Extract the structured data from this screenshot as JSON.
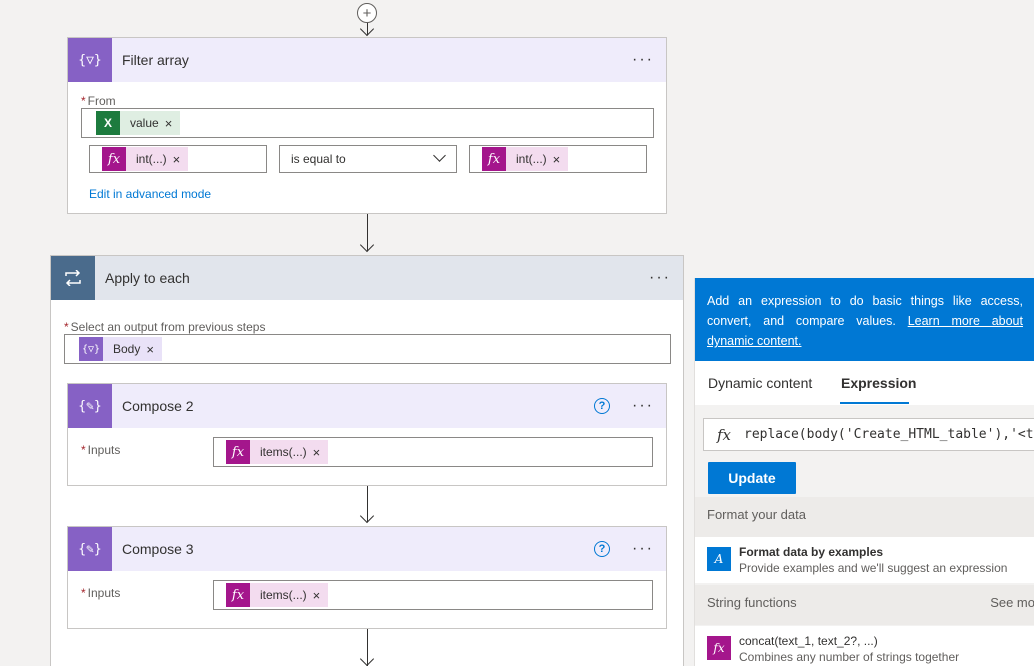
{
  "colors": {
    "accent": "#0078d4",
    "action_purple": "#8661c5",
    "expression_magenta": "#a4168c",
    "excel_green": "#1d7b3e",
    "loop_header": "#4a6b8c"
  },
  "top_add_icon": "plus-circle-icon",
  "filter_array": {
    "title": "Filter array",
    "more": "···",
    "from_label": "From",
    "from_token": "value",
    "left_token": "int(...)",
    "operator": "is equal to",
    "right_token": "int(...)",
    "advanced_link": "Edit in advanced mode",
    "remove": "×"
  },
  "apply_each": {
    "title": "Apply to each",
    "more": "···",
    "select_label": "Select an output from previous steps",
    "body_token": "Body",
    "remove": "×"
  },
  "compose2": {
    "title": "Compose 2",
    "inputs_label": "Inputs",
    "token": "items(...)",
    "help": "?",
    "more": "···",
    "remove": "×"
  },
  "compose3": {
    "title": "Compose 3",
    "inputs_label": "Inputs",
    "token": "items(...)",
    "help": "?",
    "more": "···",
    "remove": "×"
  },
  "panel": {
    "info_text": "Add an expression to do basic things like access, convert, and compare values.",
    "info_link": "Learn more about dynamic content.",
    "tab_dynamic": "Dynamic content",
    "tab_expression": "Expression",
    "fx": "fx",
    "expression_value": "replace(body('Create_HTML_table'),'<t",
    "update_label": "Update",
    "format_header": "Format your data",
    "format_item_title": "Format data by examples",
    "format_item_sub": "Provide examples and we'll suggest an expression",
    "string_header": "String functions",
    "see_more": "See mo",
    "concat_title": "concat(text_1, text_2?, ...)",
    "concat_sub": "Combines any number of strings together"
  }
}
